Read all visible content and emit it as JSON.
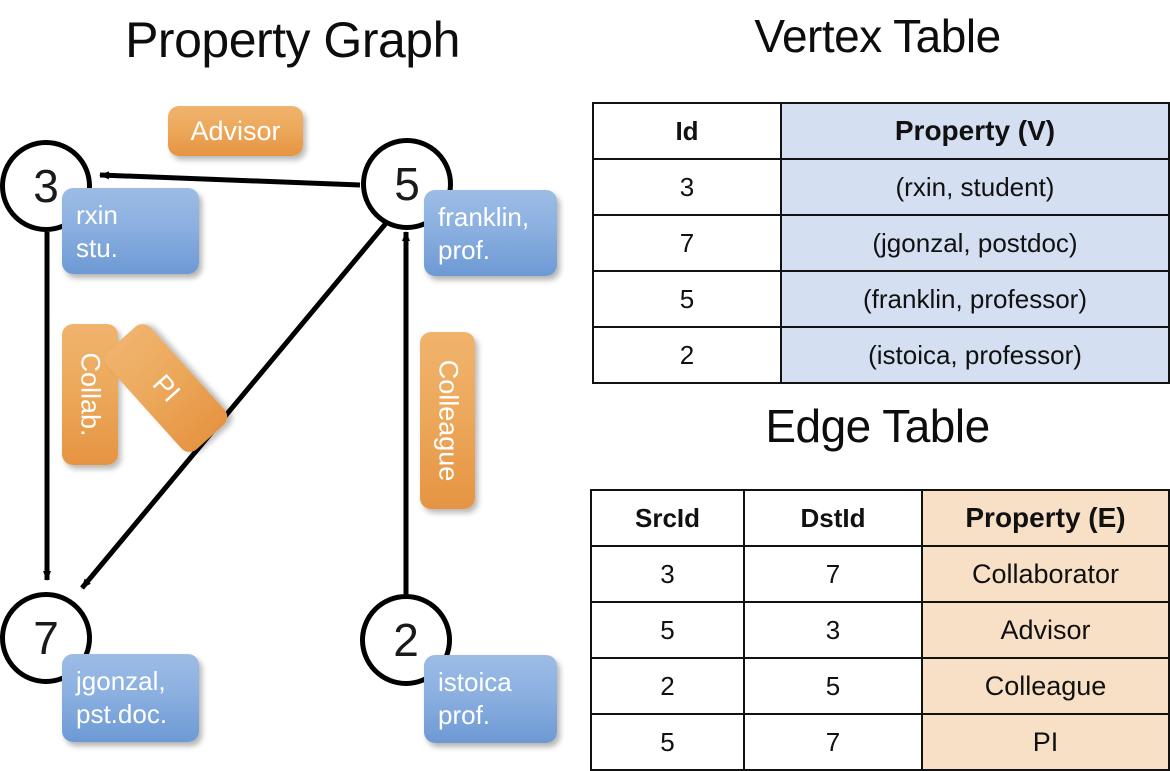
{
  "graph_panel": {
    "title": "Property Graph",
    "nodes": [
      {
        "id": "3",
        "property_label": "rxin\nstu."
      },
      {
        "id": "5",
        "property_label": "franklin,\nprof."
      },
      {
        "id": "7",
        "property_label": "jgonzal,\npst.doc."
      },
      {
        "id": "2",
        "property_label": "istoica\nprof."
      }
    ],
    "node_labels": {
      "n3": "3",
      "n5": "5",
      "n7": "7",
      "n2": "2"
    },
    "vertex_property_boxes": {
      "rxin_line1": "rxin",
      "rxin_line2": "stu.",
      "franklin_line1": "franklin,",
      "franklin_line2": "prof.",
      "jgonzal_line1": "jgonzal,",
      "jgonzal_line2": "pst.doc.",
      "istoica_line1": "istoica",
      "istoica_line2": "prof."
    },
    "edge_property_boxes": {
      "advisor": "Advisor",
      "collab": "Collab.",
      "pi": "PI",
      "colleague": "Colleague"
    },
    "colors": {
      "vertex_box_top": "#9cbce5",
      "vertex_box_bottom": "#6d99d4",
      "edge_box_top": "#f0b36d",
      "edge_box_bottom": "#e69442",
      "node_stroke": "#000000",
      "arrow_stroke": "#000000"
    }
  },
  "vertex_table": {
    "title": "Vertex Table",
    "headers": [
      "Id",
      "Property (V)"
    ],
    "rows": [
      [
        "3",
        "(rxin, student)"
      ],
      [
        "7",
        "(jgonzal, postdoc)"
      ],
      [
        "5",
        "(franklin, professor)"
      ],
      [
        "2",
        "(istoica, professor)"
      ]
    ],
    "property_column_fill": "#d4dff1"
  },
  "edge_table": {
    "title": "Edge Table",
    "headers": [
      "SrcId",
      "DstId",
      "Property (E)"
    ],
    "rows": [
      [
        "3",
        "7",
        "Collaborator"
      ],
      [
        "5",
        "3",
        "Advisor"
      ],
      [
        "2",
        "5",
        "Colleague"
      ],
      [
        "5",
        "7",
        "PI"
      ]
    ],
    "property_column_fill": "#f8e0c6"
  }
}
